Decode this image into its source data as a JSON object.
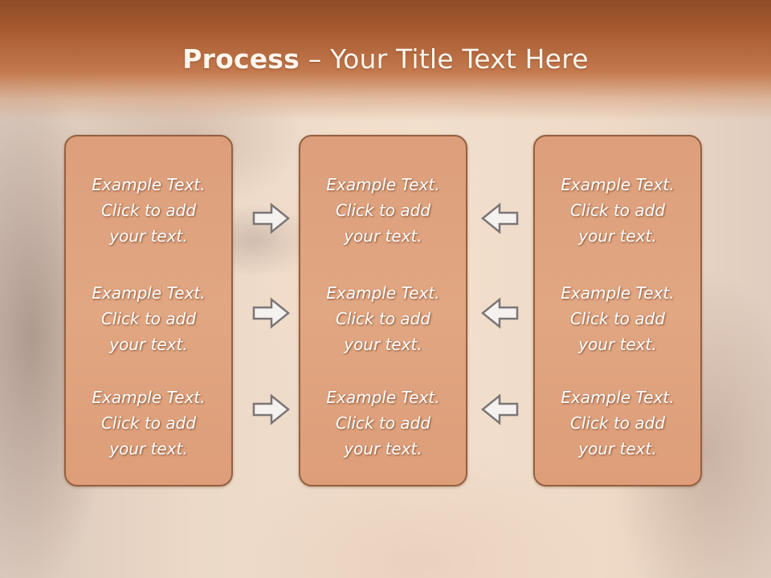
{
  "slide": {
    "title_bold": "Process",
    "title_dash": " – ",
    "title_rest": "Your Title Text Here"
  },
  "columns": [
    {
      "entries": [
        "Example Text.\nClick  to add\nyour text.",
        "Example Text.\nClick  to add\nyour text.",
        "Example Text.\nClick  to add\nyour text."
      ]
    },
    {
      "entries": [
        "Example Text.\nClick  to add\nyour text.",
        "Example Text.\nClick  to add\nyour text.",
        "Example Text.\nClick  to add\nyour text."
      ]
    },
    {
      "entries": [
        "Example Text.\nClick  to add\nyour text.",
        "Example Text.\nClick  to add\nyour text.",
        "Example Text.\nClick  to add\nyour text."
      ]
    }
  ],
  "arrows": {
    "left_group": "right-arrow-icon",
    "right_group": "left-arrow-icon"
  },
  "colors": {
    "header": "#a75a30",
    "box_fill": "#e1a682",
    "box_border": "#93603f",
    "arrow_fill": "#f4f1ef",
    "arrow_stroke": "#7b7676"
  }
}
